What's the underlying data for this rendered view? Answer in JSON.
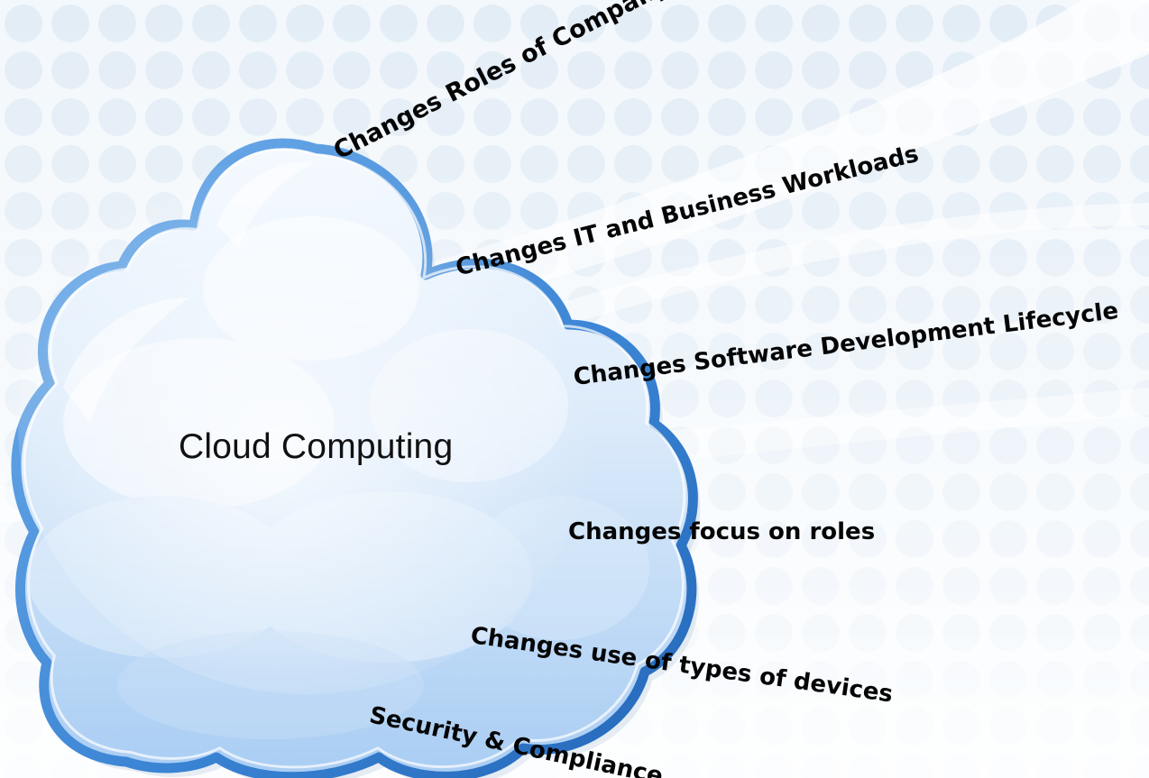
{
  "diagram": {
    "center": {
      "label": "Cloud Computing"
    },
    "impacts": [
      {
        "id": "roles-company-user",
        "label": "Changes Roles of Company and User"
      },
      {
        "id": "it-business",
        "label": "Changes IT and Business Workloads"
      },
      {
        "id": "sdlc",
        "label": "Changes Software Development Lifecycle"
      },
      {
        "id": "focus-roles",
        "label": "Changes focus on roles"
      },
      {
        "id": "devices",
        "label": "Changes use of types of devices"
      },
      {
        "id": "security",
        "label": "Security & Compliance"
      }
    ]
  },
  "colors": {
    "cloud_outline": "#3d86d6",
    "cloud_fill_light": "#f4f9ff",
    "cloud_fill_dark": "#9ec8f2",
    "background_tint": "#e8f1f9",
    "text": "#050505"
  }
}
